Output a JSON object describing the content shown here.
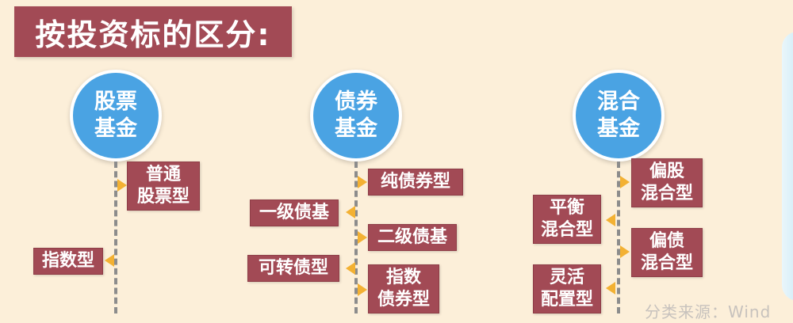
{
  "title": "按投资标的区分:",
  "source": "分类来源：Wind",
  "colors": {
    "box": "#a24a55",
    "circle": "#4aa3e3",
    "arrow": "#f3b133",
    "background": "#fcefd9",
    "dash": "#8c8c8c"
  },
  "categories": [
    {
      "label": "股票\n基金",
      "items": [
        "普通\n股票型",
        "指数型"
      ]
    },
    {
      "label": "债券\n基金",
      "items": [
        "纯债券型",
        "一级债基",
        "二级债基",
        "可转债型",
        "指数\n债券型"
      ]
    },
    {
      "label": "混合\n基金",
      "items": [
        "偏股\n混合型",
        "平衡\n混合型",
        "偏债\n混合型",
        "灵活\n配置型"
      ]
    }
  ]
}
